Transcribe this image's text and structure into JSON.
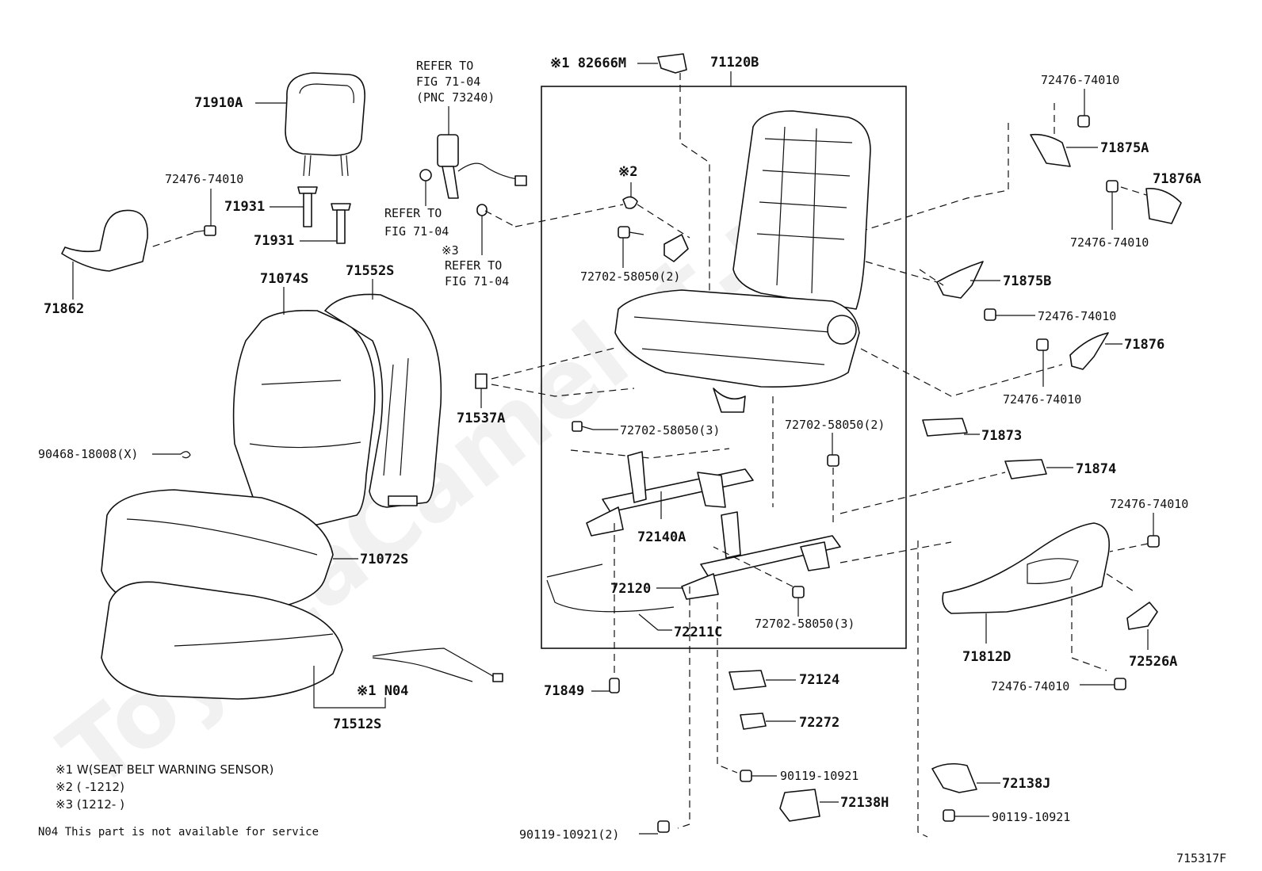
{
  "diagram_id": "715317F",
  "watermark": "ToyotaCamelot.ru",
  "labels": {
    "p71910A": "71910A",
    "p72476_hl": "72476-74010",
    "p71931a": "71931",
    "p71931b": "71931",
    "p71862": "71862",
    "p71074S": "71074S",
    "p71552S": "71552S",
    "p90468": "90468-18008(X)",
    "p71072S": "71072S",
    "p71512S": "71512S",
    "pN04": "※1 N04",
    "refer1_l1": "REFER TO",
    "refer1_l2": "FIG 71-04",
    "refer1_l3": "(PNC 73240)",
    "refer2_l1": "REFER TO",
    "refer2_l2": "FIG 71-04",
    "refer3_mark": "※3",
    "refer3_l1": "REFER TO",
    "refer3_l2": "FIG 71-04",
    "p82666M": "※1 82666M",
    "p71120B": "71120B",
    "mark2": "※2",
    "p72702_a": "72702-58050(2)",
    "p71537A": "71537A",
    "p72702_b": "72702-58050(3)",
    "p72702_c": "72702-58050(2)",
    "p72140A": "72140A",
    "p72120": "72120",
    "p72211C": "72211C",
    "p72702_d": "72702-58050(3)",
    "p71849": "71849",
    "p72124": "72124",
    "p72272": "72272",
    "p90119_a": "90119-10921",
    "p72138H": "72138H",
    "p90119_b": "90119-10921(2)",
    "p72476_r1": "72476-74010",
    "p71875A": "71875A",
    "p71876A": "71876A",
    "p72476_r2": "72476-74010",
    "p71875B": "71875B",
    "p72476_r3": "72476-74010",
    "p71876": "71876",
    "p72476_r4": "72476-74010",
    "p71873": "71873",
    "p71874": "71874",
    "p72476_r5": "72476-74010",
    "p71812D": "71812D",
    "p72526A": "72526A",
    "p72476_r6": "72476-74010",
    "p72138J": "72138J",
    "p90119_c": "90119-10921"
  },
  "notes": {
    "n1": "※1 W(SEAT BELT WARNING SENSOR)",
    "n2": "※2 (      -1212)",
    "n3": "※3 (1212-      )",
    "n4": "N04  This part is not available for service"
  }
}
